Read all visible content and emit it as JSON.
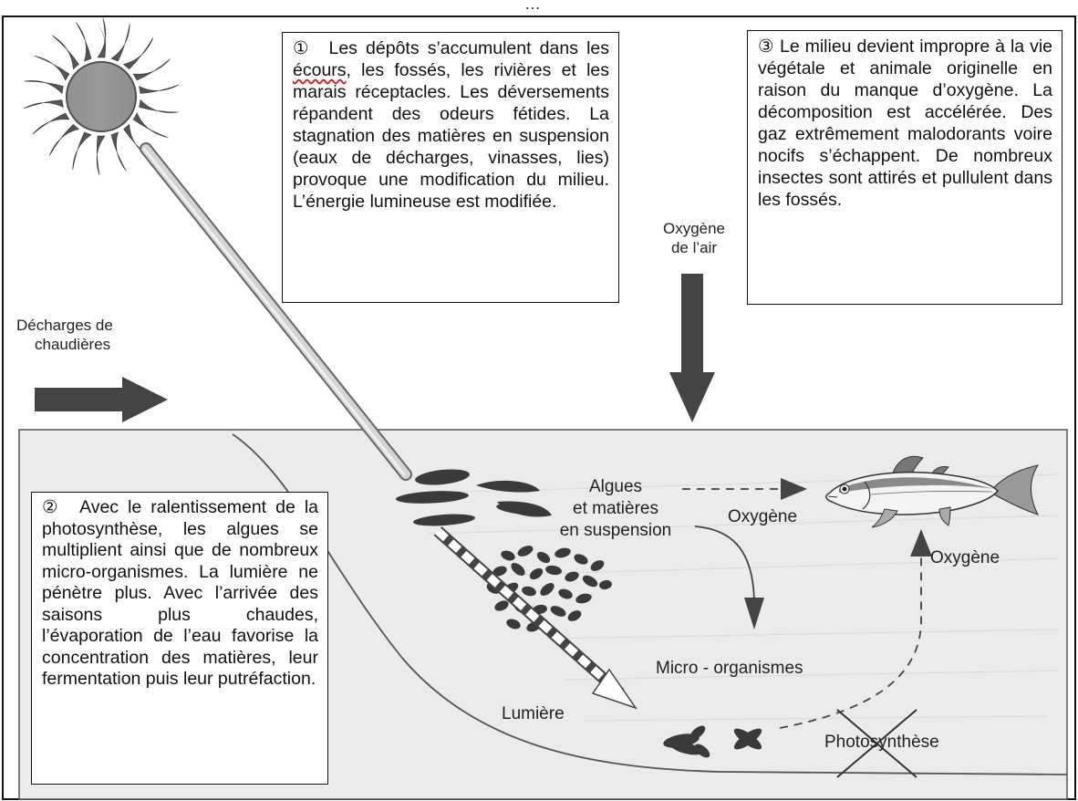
{
  "header_text": "…",
  "box1": {
    "marker": "①",
    "text_before": "Les dépôts s’accumulent dans les ",
    "flagged_word": "écours",
    "text_after": ", les fossés, les rivières et les marais réceptacles. Les déversements répandent des odeurs fétides. La stagnation des matières en suspension (eaux de décharges, vinasses, lies) provoque une modification du milieu. L’énergie lumineuse est modifiée."
  },
  "box2": {
    "marker": "②",
    "text": "Avec le ralentissement de la photosynthèse, les algues se multiplient ainsi que de nombreux micro-organismes. La lumière ne pénètre plus. Avec l’arrivée des saisons plus chaudes, l’évaporation de l’eau favorise la concentration des matières, leur fermentation puis leur putréfaction."
  },
  "box3": {
    "marker": "③",
    "text": "Le milieu devient impropre à la vie végétale et animale originelle en raison du manque d’oxygène. La décomposition est accélérée. Des gaz extrêmement malodorants voire nocifs s’échappent. De nombreux insectes sont attirés et pullulent dans les fossés."
  },
  "labels": {
    "decharges_line1": "Décharges de",
    "decharges_line2": "chaudières",
    "oxygene_air_line1": "Oxygène",
    "oxygene_air_line2": "de l’air",
    "algues_line1": "Algues",
    "algues_line2": "et matières",
    "algues_line3": "en suspension",
    "oxygene_top": "Oxygène",
    "oxygene_right": "Oxygène",
    "micro_organismes": "Micro - organismes",
    "lumiere": "Lumière",
    "photosynthese": "Photosynthèse"
  },
  "colors": {
    "water": "#ebebeb",
    "dark": "#3a3a3a",
    "arrow": "#444444",
    "spell_underline": "#d02020"
  },
  "icons": [
    "sun-icon",
    "fish-icon",
    "algae-icon",
    "microorganism-icon",
    "cross-out-icon"
  ]
}
